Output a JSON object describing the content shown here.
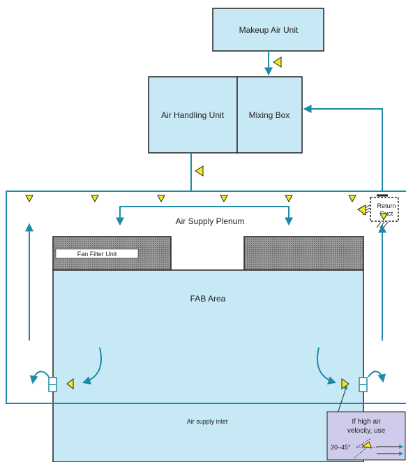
{
  "labels": {
    "makeup_air_unit": "Makeup Air Unit",
    "air_handling_unit": "Air Handling Unit",
    "mixing_box": "Mixing Box",
    "air_supply_plenum": "Air Supply Plenum",
    "fan_filter_unit": "Fan Filter Unit",
    "fab_area": "FAB Area",
    "return_duct_line1": "Return",
    "return_duct_line2": "Duct",
    "air_supply_inlet": "Air supply inlet",
    "note_line1": "If high air",
    "note_line2": "velocity, use",
    "note_angle": "20–45°"
  },
  "colors": {
    "line": "#1d8aa8",
    "box_fill": "#c7e8f5",
    "box_stroke": "#222222",
    "filter_fill": "#8a8a8a",
    "marker_fill": "#f2ea1f",
    "note_fill": "#cfcbea"
  },
  "icons": {
    "flow_marker": "yellow-triangle-marker",
    "flow_arrow": "arrowhead"
  }
}
